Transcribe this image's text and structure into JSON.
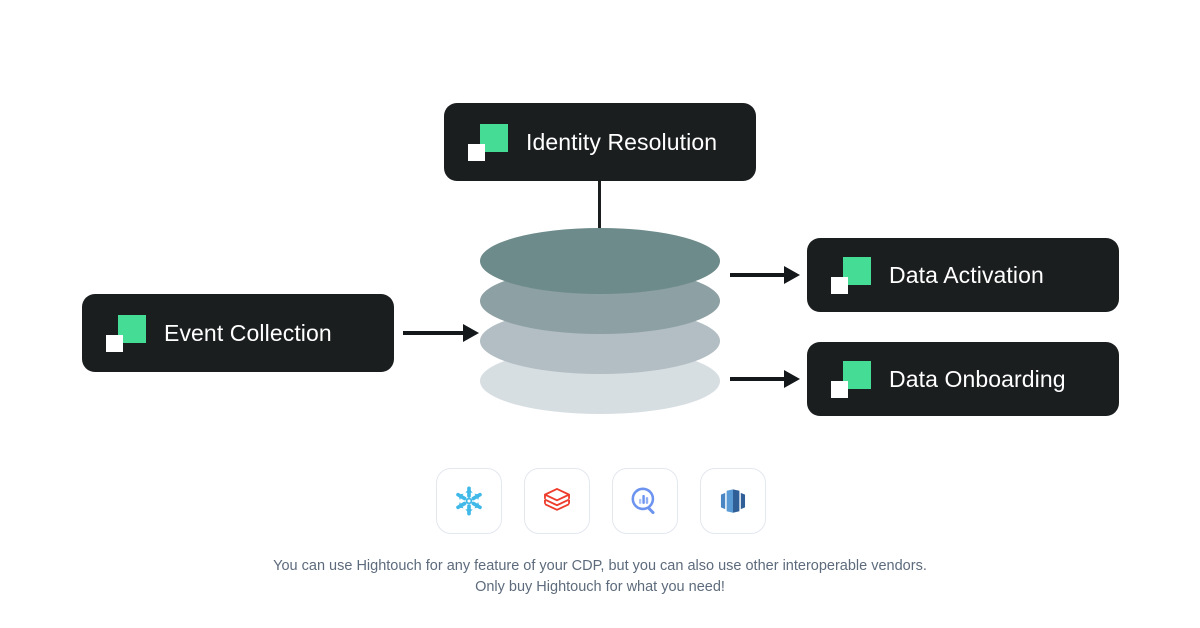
{
  "diagram": {
    "cards": [
      {
        "id": "identity",
        "label": "Identity Resolution",
        "logo": "hightouch-logo"
      },
      {
        "id": "event",
        "label": "Event Collection",
        "logo": "hightouch-logo"
      },
      {
        "id": "activation",
        "label": "Data Activation",
        "logo": "hightouch-logo"
      },
      {
        "id": "onboarding",
        "label": "Data Onboarding",
        "logo": "hightouch-logo"
      }
    ],
    "warehouse": {
      "name": "data-warehouse-stack",
      "disc_colors": [
        "#6e8b8b",
        "#8da0a4",
        "#b2bec4",
        "#d7dee1"
      ]
    },
    "connectors": [
      {
        "name": "identity-to-warehouse",
        "type": "line"
      },
      {
        "name": "event-to-warehouse",
        "type": "arrow"
      },
      {
        "name": "warehouse-to-activation",
        "type": "arrow"
      },
      {
        "name": "warehouse-to-onboarding",
        "type": "arrow"
      }
    ],
    "vendors": [
      {
        "id": "snowflake",
        "name": "snowflake-icon",
        "color": "#41b9e8"
      },
      {
        "id": "databricks",
        "name": "databricks-icon",
        "color": "#ee3d2c"
      },
      {
        "id": "bigquery",
        "name": "bigquery-icon",
        "color": "#6b93ef"
      },
      {
        "id": "redshift",
        "name": "redshift-icon",
        "color": "#3f73b5"
      }
    ],
    "caption": {
      "line1": "You can use Hightouch for any feature of your CDP, but you can also use other interoperable vendors.",
      "line2": "Only buy Hightouch for what you need!"
    },
    "colors": {
      "card_background": "#1b1e1f",
      "brand_green": "#45dd96",
      "caption_text": "#5d6b7c",
      "arrow": "#14181a",
      "page_background": "#ffffff"
    }
  }
}
